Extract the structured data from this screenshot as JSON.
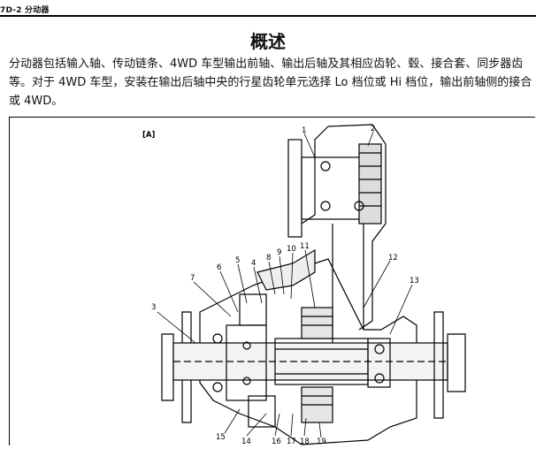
{
  "header": {
    "label": "7D-2 分动器"
  },
  "title": "概述",
  "paragraph": {
    "line1": "分动器包括输入轴、传动链条、4WD 车型输出前轴、输出后轴及其相应齿轮、毂、接合套、同步器齿",
    "line2": "等。对于 4WD 车型，安装在输出后轴中央的行星齿轮单元选择 Lo 档位或 Hi 档位，输出前轴侧的接合",
    "line3": "或 4WD。"
  },
  "figure": {
    "label": "[A]",
    "callouts": [
      "1",
      "2",
      "3",
      "4",
      "5",
      "6",
      "7",
      "8",
      "9",
      "10",
      "11",
      "12",
      "13",
      "14",
      "15",
      "16",
      "17",
      "18",
      "19"
    ]
  }
}
